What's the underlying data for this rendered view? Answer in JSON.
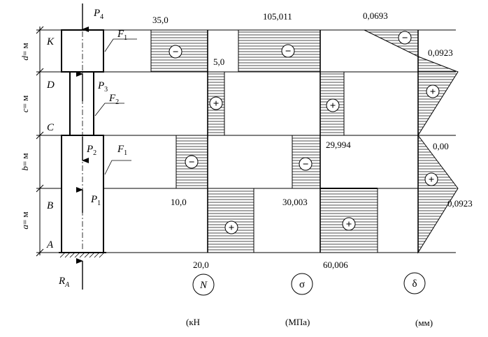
{
  "forces": {
    "P4": [
      "P",
      "4"
    ],
    "P3": [
      "P",
      "3"
    ],
    "P2": [
      "P",
      "2"
    ],
    "P1": [
      "P",
      "1"
    ],
    "RA": [
      "R",
      "A"
    ]
  },
  "areas": {
    "F1_top": [
      "F",
      "1"
    ],
    "F2": [
      "F",
      "2"
    ],
    "F1_bottom": [
      "F",
      "1"
    ]
  },
  "points": {
    "K": "K",
    "D": "D",
    "C": "C",
    "B": "B",
    "A": "A"
  },
  "segments": {
    "d": [
      "d",
      "= м"
    ],
    "c": [
      "c",
      "= м"
    ],
    "b": [
      "b",
      "= м"
    ],
    "a": [
      "a",
      "= м"
    ]
  },
  "N": {
    "values": {
      "top": "35,0",
      "v5": "5,0",
      "v10": "10,0",
      "v20": "20,0"
    },
    "signs": [
      "−",
      "+",
      "−",
      "+"
    ],
    "symbol": "N",
    "unit": "(кН"
  },
  "sigma": {
    "values": {
      "top": "105,011",
      "v29": "29,994",
      "v30": "30,003",
      "v60": "60,006"
    },
    "signs": [
      "−",
      "+",
      "−",
      "+"
    ],
    "symbol": "σ",
    "unit": "(МПа)"
  },
  "delta": {
    "values": {
      "top": "0,0693",
      "v0923a": "0,0923",
      "v000": "0,00",
      "v0923b": "0,0923"
    },
    "signs": [
      "−",
      "+",
      "+"
    ],
    "symbol": "δ",
    "unit": "(мм)"
  }
}
